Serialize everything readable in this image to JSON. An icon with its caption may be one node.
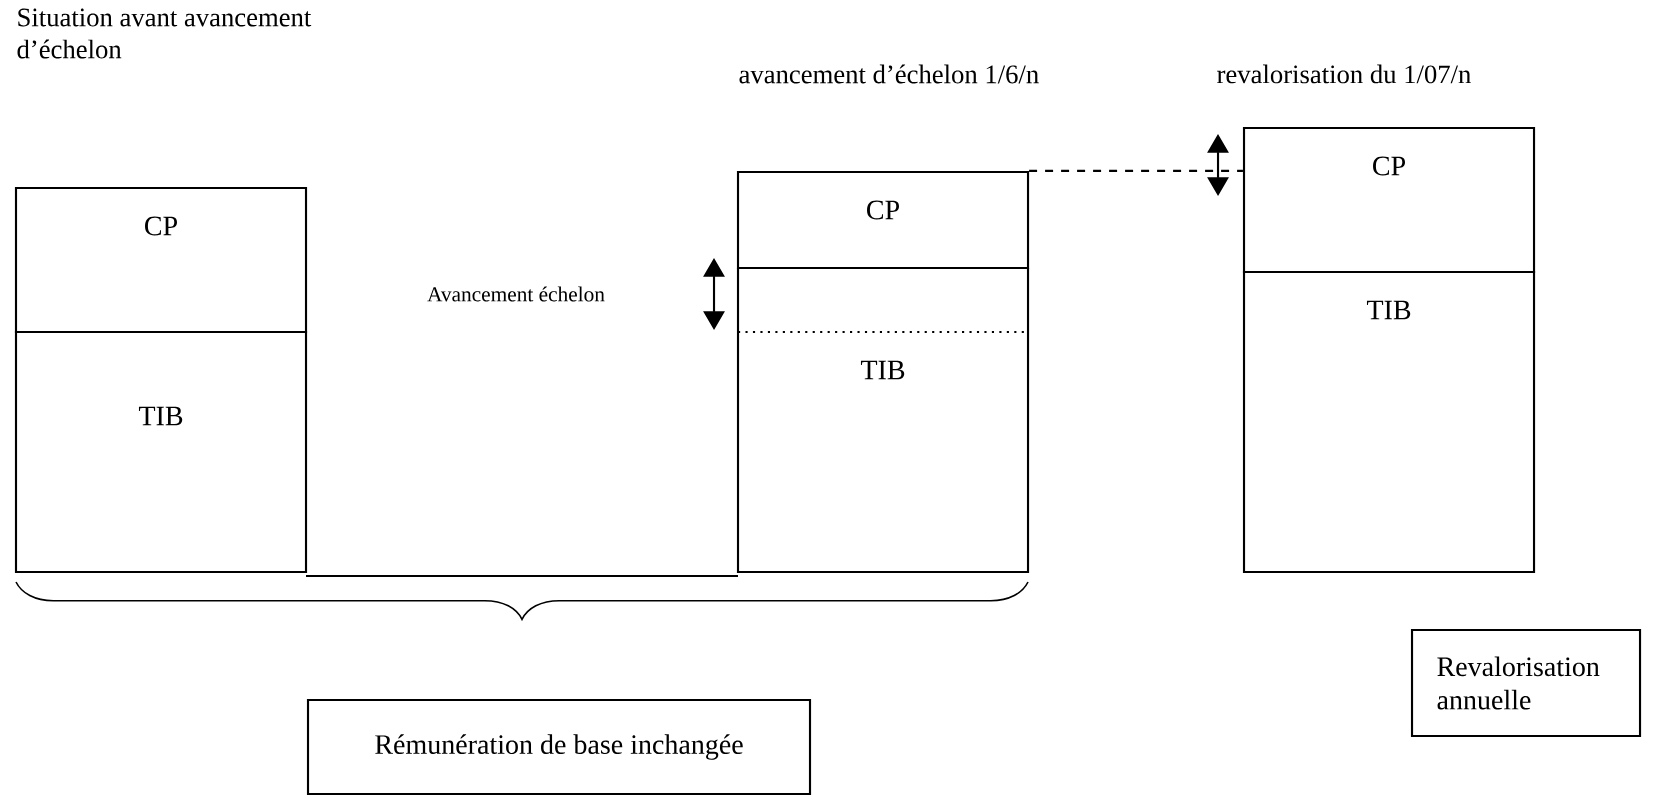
{
  "diagram": {
    "nodes": [
      {
        "text": [
          "CP"
        ]
      },
      {
        "text": [
          "TIB"
        ]
      },
      {
        "text": [
          "CP"
        ]
      },
      {
        "text": [],
        "shape": "box"
      },
      {
        "text": [
          "TIB"
        ]
      },
      {
        "text": [
          "CP"
        ]
      },
      {
        "text": [
          "TIB"
        ]
      },
      {
        "text": [
          "Rémunération de base inchangée"
        ]
      },
      {
        "text": [
          "Revalorisation annuelle"
        ]
      }
    ],
    "edges": [
      {
        "from": 2,
        "to": 5,
        "arrow": "none",
        "style": "dashed"
      }
    ],
    "labels": [
      "Situation avant avancement d’échelon",
      "avancement d’échelon 1/6/n",
      "revalorisation du 1/07/n",
      "Avancement échelon"
    ]
  }
}
